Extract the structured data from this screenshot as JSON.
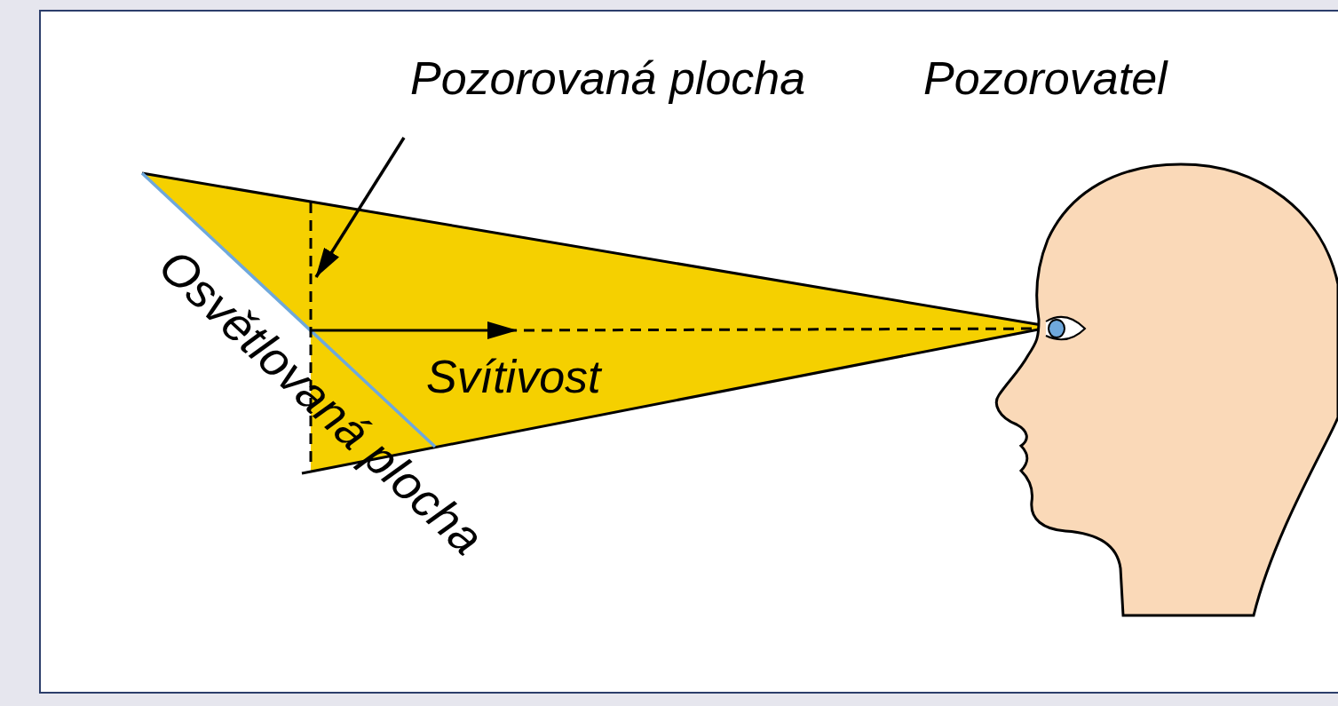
{
  "diagram": {
    "labels": [
      "Pozorovaná plocha",
      "Pozorovatel",
      "Osvětlovaná plocha",
      "Svítivost"
    ]
  }
}
